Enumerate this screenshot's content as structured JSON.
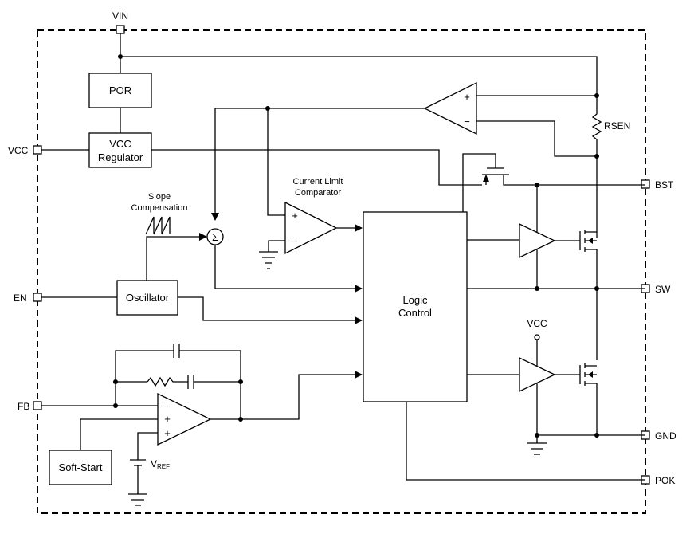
{
  "pins": {
    "vin": "VIN",
    "vcc": "VCC",
    "en": "EN",
    "fb": "FB",
    "bst": "BST",
    "sw": "SW",
    "gnd": "GND",
    "pok": "POK"
  },
  "blocks": {
    "por": "POR",
    "vcc_regulator_line1": "VCC",
    "vcc_regulator_line2": "Regulator",
    "oscillator": "Oscillator",
    "logic_control_line1": "Logic",
    "logic_control_line2": "Control",
    "soft_start": "Soft-Start"
  },
  "labels": {
    "rsen": "RSEN",
    "current_limit_line1": "Current Limit",
    "current_limit_line2": "Comparator",
    "slope_line1": "Slope",
    "slope_line2": "Compensation",
    "vcc_supply": "VCC",
    "vref_main": "V",
    "vref_sub": "REF",
    "sigma": "Σ",
    "plus": "+",
    "minus": "−"
  }
}
